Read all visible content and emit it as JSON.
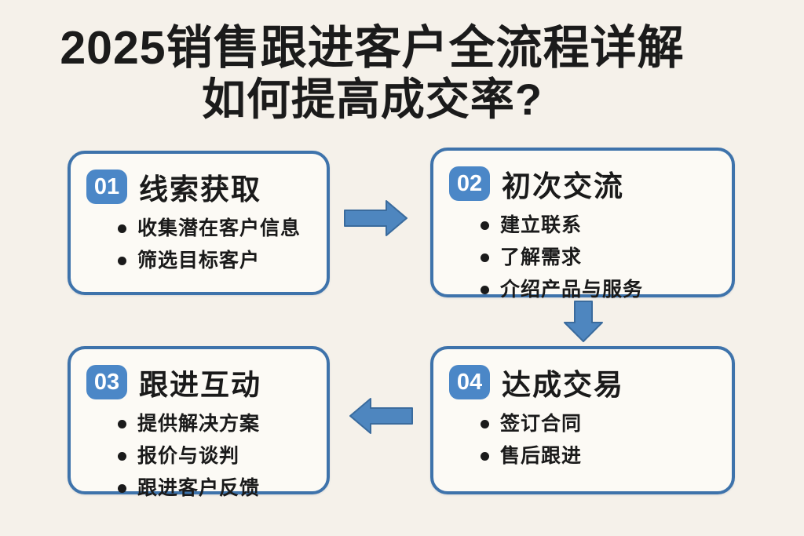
{
  "title": {
    "line1": "2025销售跟进客户全流程详解",
    "line2": "如何提高成交率?"
  },
  "steps": [
    {
      "number": "01",
      "title": "线索获取",
      "bullets": [
        "收集潜在客户信息",
        "筛选目标客户"
      ]
    },
    {
      "number": "02",
      "title": "初次交流",
      "bullets": [
        "建立联系",
        "了解需求",
        "介绍产品与服务"
      ]
    },
    {
      "number": "03",
      "title": "跟进互动",
      "bullets": [
        "提供解决方案",
        "报价与谈判",
        "跟进客户反馈"
      ]
    },
    {
      "number": "04",
      "title": "达成交易",
      "bullets": [
        "签订合同",
        "售后跟进"
      ]
    }
  ],
  "arrows": [
    {
      "name": "arrow-right-icon",
      "from": "01",
      "to": "02",
      "direction": "right"
    },
    {
      "name": "arrow-down-icon",
      "from": "02",
      "to": "04",
      "direction": "down"
    },
    {
      "name": "arrow-left-icon",
      "from": "04",
      "to": "03",
      "direction": "left"
    }
  ],
  "colors": {
    "background": "#f5f1ea",
    "box_fill": "#fcfaf5",
    "box_border": "#3e73ab",
    "badge": "#4b87c7",
    "arrow": "#4e86bf",
    "arrow_edge": "#3a6b9d",
    "title_text": "#1b1b1b",
    "body_text": "#1a1a1a"
  }
}
